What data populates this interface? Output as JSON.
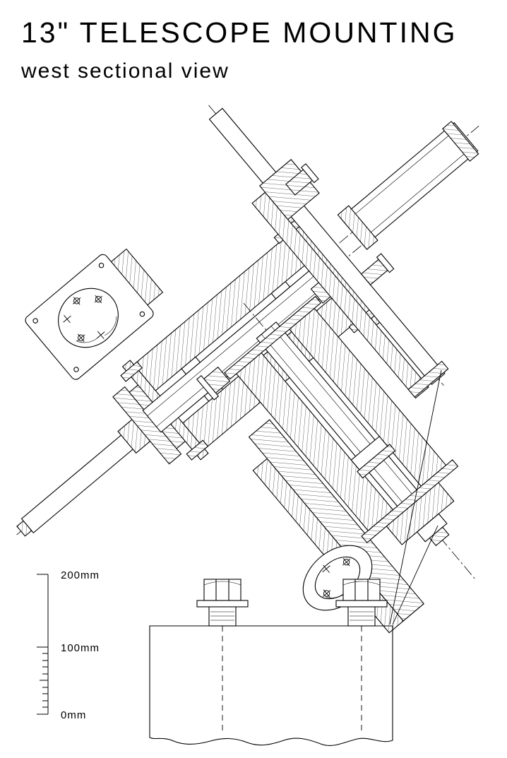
{
  "title": "13\" TELESCOPE MOUNTING",
  "subtitle": "west sectional view",
  "scale": {
    "labels": [
      "200mm",
      "100mm",
      "0mm"
    ]
  },
  "colors": {
    "ink": "#000000",
    "paper": "#ffffff"
  }
}
